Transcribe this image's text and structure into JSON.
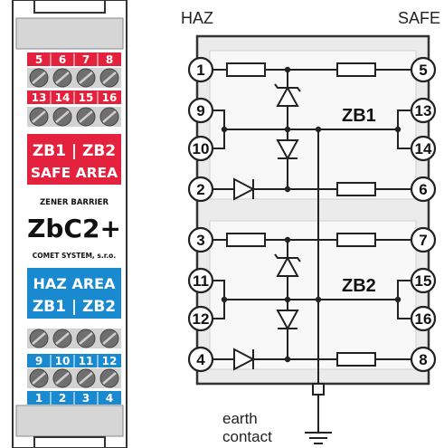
{
  "module": {
    "colors": {
      "red": "#e4223e",
      "blue": "#1a8ad0",
      "grey": "#c9c9c9",
      "screw_dark": "#6f6f6f",
      "body": "#ffffff"
    },
    "top_terminals": [
      "5",
      "6",
      "7",
      "8"
    ],
    "top_terminals_2": [
      "13",
      "14",
      "15",
      "16"
    ],
    "safe_block": {
      "line1": "ZB1 | ZB2",
      "line2": "SAFE AREA"
    },
    "product": {
      "line_top": "ZENER BARRIER",
      "name": "ZbC2+",
      "maker": "COMET SYSTEM, s.r.o."
    },
    "haz_block": {
      "line1": "HAZ AREA",
      "line2": "ZB1 | ZB2"
    },
    "bottom_terminals_2": [
      "9",
      "10",
      "11",
      "12"
    ],
    "bottom_terminals": [
      "1",
      "2",
      "3",
      "4"
    ]
  },
  "diagram": {
    "haz_label": "HAZ",
    "safe_label": "SAFE",
    "left_terminals_upper": [
      "1",
      "9",
      "10",
      "2"
    ],
    "right_terminals_upper": [
      "5",
      "13",
      "14",
      "6"
    ],
    "left_terminals_lower": [
      "3",
      "11",
      "12",
      "4"
    ],
    "right_terminals_lower": [
      "7",
      "15",
      "16",
      "8"
    ],
    "block_labels": [
      "ZB1",
      "ZB2"
    ],
    "earth_label_line1": "earth",
    "earth_label_line2": "contact"
  }
}
